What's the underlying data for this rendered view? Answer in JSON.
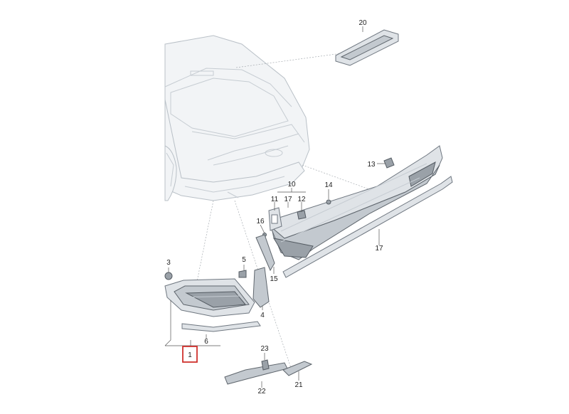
{
  "callouts": [
    {
      "id": "c1",
      "text": "1",
      "highlighted": true
    },
    {
      "id": "c3",
      "text": "3"
    },
    {
      "id": "c4",
      "text": "4"
    },
    {
      "id": "c5",
      "text": "5"
    },
    {
      "id": "c6",
      "text": "6"
    },
    {
      "id": "c10",
      "text": "10"
    },
    {
      "id": "c11",
      "text": "11"
    },
    {
      "id": "c12",
      "text": "12"
    },
    {
      "id": "c13",
      "text": "13"
    },
    {
      "id": "c14",
      "text": "14"
    },
    {
      "id": "c15",
      "text": "15"
    },
    {
      "id": "c16",
      "text": "16"
    },
    {
      "id": "c17a",
      "text": "17"
    },
    {
      "id": "c17b",
      "text": "17"
    },
    {
      "id": "c20",
      "text": "20"
    },
    {
      "id": "c21",
      "text": "21"
    },
    {
      "id": "c22",
      "text": "22"
    },
    {
      "id": "c23",
      "text": "23"
    }
  ],
  "colors": {
    "highlight_box": "#d0312d",
    "part_fill": "#dfe3e7",
    "car_fill": "#f2f4f6"
  }
}
